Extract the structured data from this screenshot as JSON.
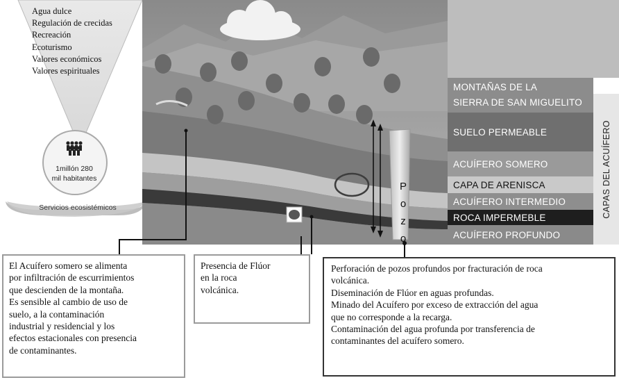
{
  "services": {
    "items": [
      "Agua dulce",
      "Regulación  de crecidas",
      "Recreación",
      "Ecoturismo",
      "Valores  económicos",
      "Valores  espirituales"
    ],
    "population": [
      "1millón 280",
      "mil habitantes"
    ],
    "title": "Servicios ecosistémicos"
  },
  "pozo": {
    "letters": [
      "P",
      "o",
      "z",
      "o"
    ]
  },
  "layers": [
    {
      "label": "MONTAÑAS DE LA",
      "color": "#8c8c8c"
    },
    {
      "label": "SIERRA DE SAN MIGUELITO",
      "color": "#8c8c8c"
    },
    {
      "label": "SUELO PERMEABLE",
      "color": "#6f6f6f"
    },
    {
      "label": "ACUÍFERO SOMERO",
      "color": "#9a9a9a"
    },
    {
      "label": "CAPA DE ARENISCA",
      "color": "#c9c9c9"
    },
    {
      "label": "ACUÍFERO INTERMEDIO",
      "color": "#8e8e8e"
    },
    {
      "label": "ROCA IMPERMEBLE",
      "color": "#1e1e1e"
    },
    {
      "label": "ACUÍFERO PROFUNDO",
      "color": "#8a8a8a"
    }
  ],
  "side_label": "CAPAS DEL ACUÍFERO",
  "callouts": {
    "somero": [
      "El Acuífero somero se alimenta",
      "por infiltración  de escurrimientos",
      "que descienden de la montaña.",
      "Es sensible al cambio de uso de",
      "suelo, a la contaminación",
      "industrial  y residencial y los",
      "efectos estacionales  con presencia",
      "de contaminantes."
    ],
    "fluor": [
      "Presencia de Flúor",
      "en la roca",
      "volcánica."
    ],
    "pozos": [
      "Perforación de pozos profundos por fracturación de roca",
      "volcánica.",
      "Diseminación de Flúor en aguas profundas.",
      "Minado del Acuífero por exceso de extracción del agua",
      "que no corresponde a la recarga.",
      "Contaminación del agua profunda por transferencia de",
      "contaminantes  del acuífero somero."
    ]
  }
}
